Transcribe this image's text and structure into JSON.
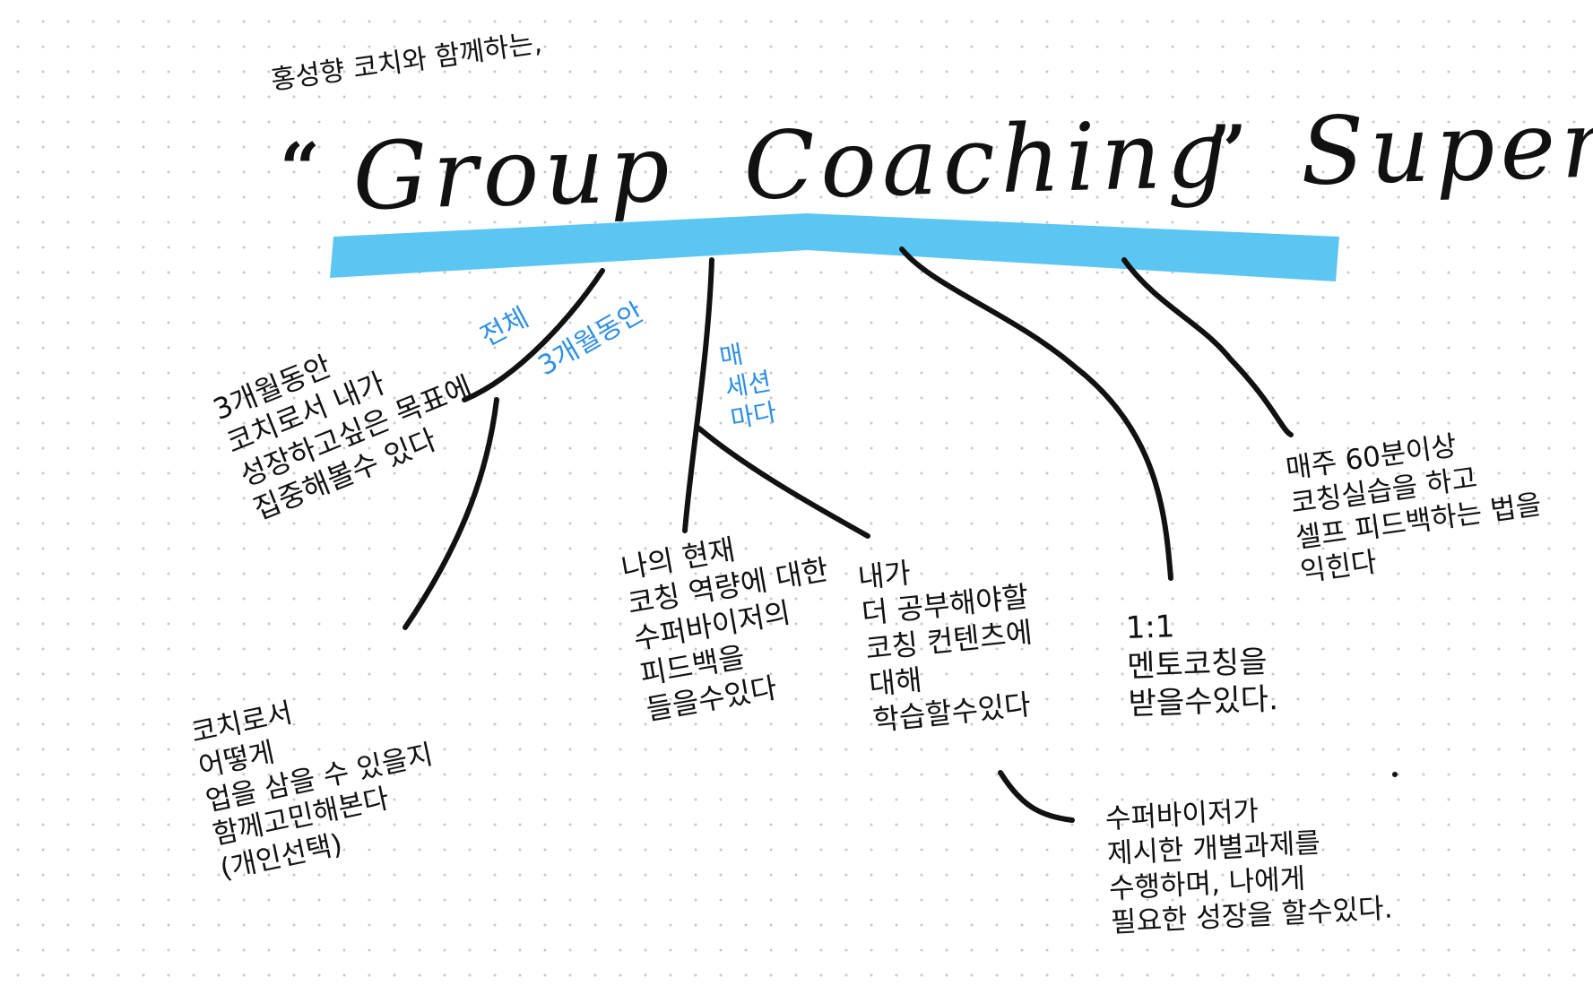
{
  "header": {
    "subtitle": "홍성향 코치와 함께하는,",
    "quote_open": "“",
    "title": "Group Coaching Supervision",
    "quote_close": "”"
  },
  "labels": {
    "whole": "전체",
    "three_months": "3개월동안",
    "each_session": "매\n세션\n마다"
  },
  "notes": {
    "three_month_focus": "3개월동안\n코치로서 내가\n성장하고싶은 목표에\n집중해볼수 있다",
    "business_design": "코치로서\n어떻게\n업을 삼을 수 있을지\n함께고민해본다\n(개인선택)",
    "supervisor_feedback": "나의 현재\n코칭 역량에 대한\n수퍼바이저의\n피드백을\n들을수있다",
    "study_content": "내가\n더 공부해야할\n코칭 컨텐츠에\n대해\n학습할수있다",
    "mentor_coaching": "1:1\n멘토코칭을\n받을수있다.",
    "weekly_practice": "매주 60분이상\n코칭실습을 하고\n셀프 피드백하는 법을\n익힌다",
    "individual_task": "수퍼바이저가\n제시한 개별과제를\n수행하며, 나에게\n필요한 성장을 할수있다."
  },
  "colors": {
    "highlight": "#5cc6f2",
    "accent_text": "#2d8fe6",
    "ink": "#111111"
  }
}
